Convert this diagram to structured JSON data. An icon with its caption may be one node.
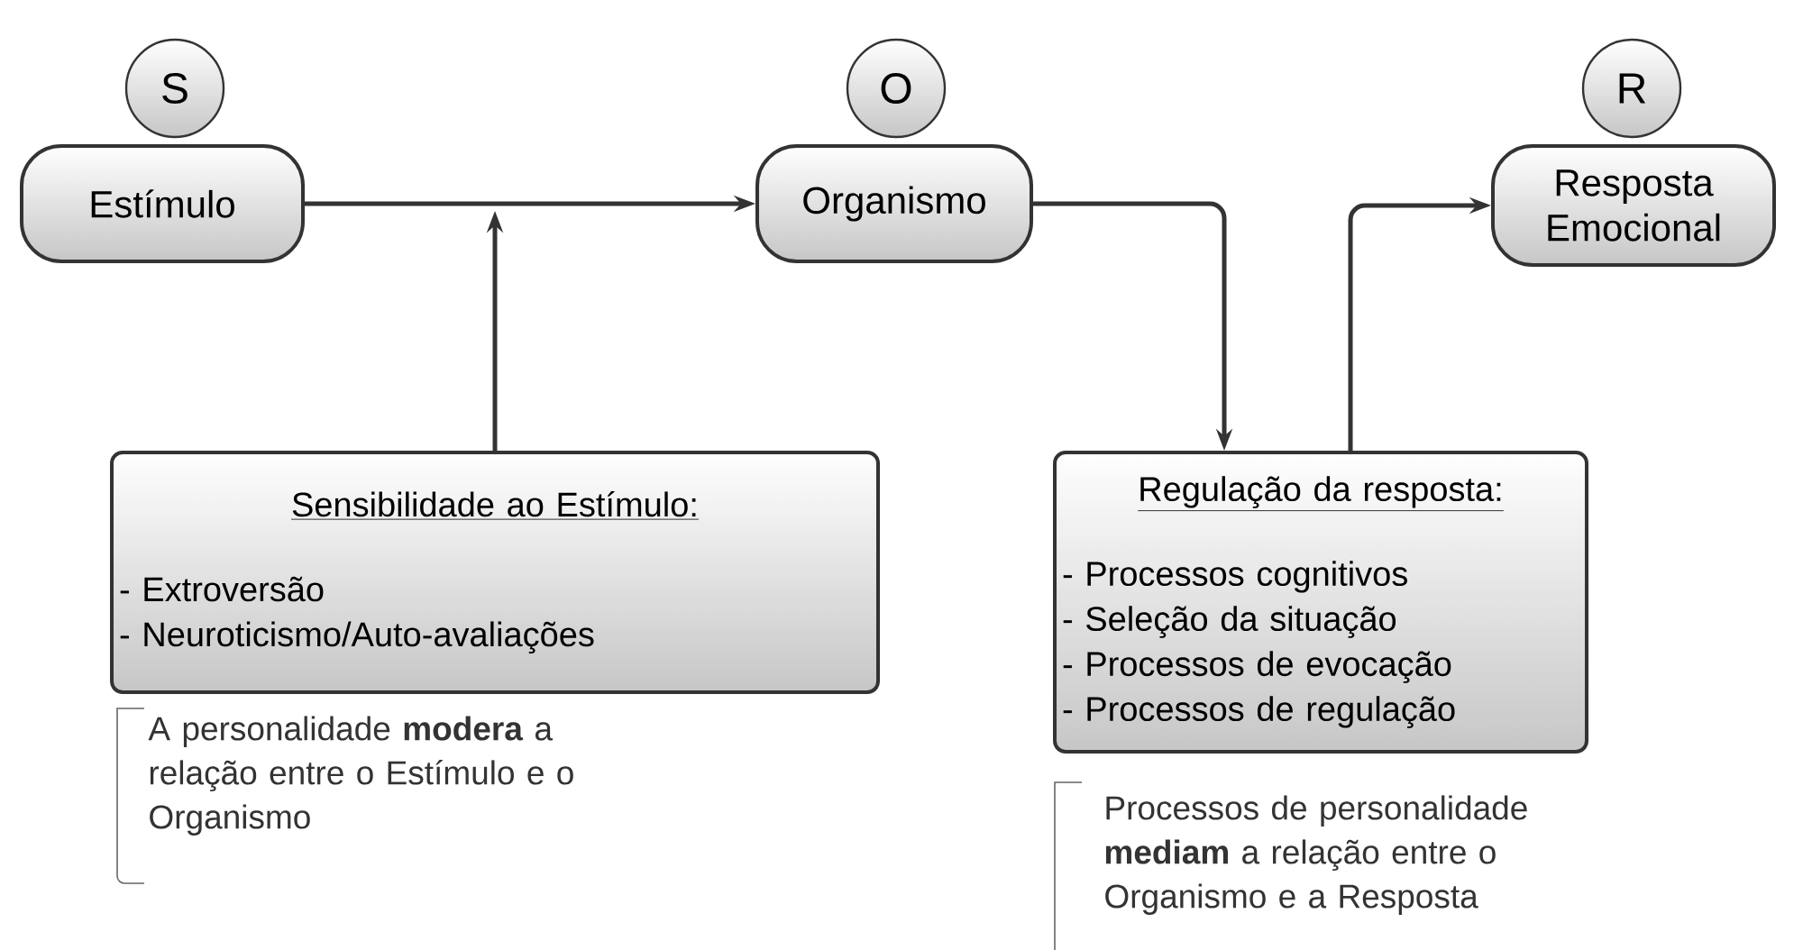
{
  "diagram": {
    "nodes": [
      {
        "text": [
          "S"
        ]
      },
      {
        "text": [
          "Estímulo"
        ]
      },
      {
        "text": [
          "O"
        ]
      },
      {
        "text": [
          "Organismo"
        ]
      },
      {
        "text": [
          "R"
        ]
      },
      {
        "text": [
          "Resposta Emocional"
        ]
      },
      {
        "text": [
          "Sensibilidade ao Estímulo:",
          "- Extroversão",
          "- Neuroticismo/Auto-avaliações"
        ],
        "beside": [
          "A personalidade **modera** a relação entre o Estímulo e o Organismo"
        ]
      },
      {
        "text": [
          "Regulação da resposta:",
          "- Processos cognitivos",
          "- Seleção da situação",
          "- Processos de evocação",
          "- Processos de regulação"
        ],
        "beside": [
          "Processos de personalidade **mediam** a relação entre o Organismo e a Resposta"
        ]
      }
    ],
    "edges": [
      {
        "from": 1,
        "to": 3,
        "arrow": "to"
      },
      {
        "from": 6,
        "to": null,
        "arrow": "to"
      },
      {
        "from": 3,
        "to": 7,
        "arrow": "to"
      },
      {
        "from": 7,
        "to": 5,
        "arrow": "to"
      }
    ]
  }
}
